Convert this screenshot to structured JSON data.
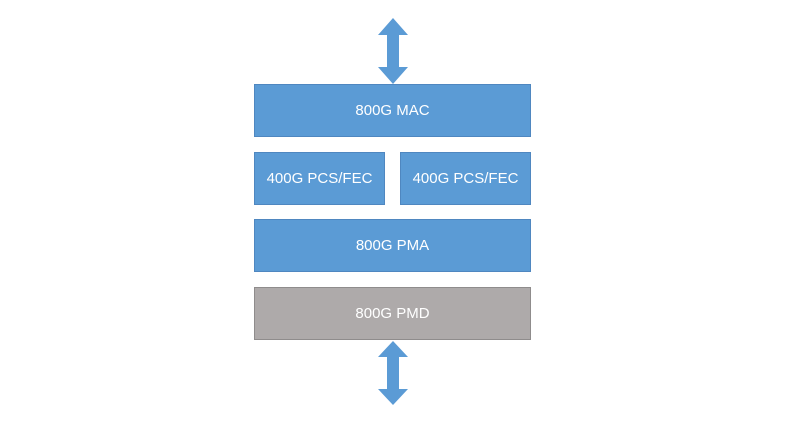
{
  "diagram": {
    "blocks": {
      "mac": "800G MAC",
      "pcs_left": "400G PCS/FEC",
      "pcs_right": "400G PCS/FEC",
      "pma": "800G PMA",
      "pmd": "800G PMD"
    },
    "colors": {
      "block_blue": "#5b9bd5",
      "block_gray": "#aeaaaa",
      "arrow": "#5b9bd5",
      "text": "#ffffff"
    },
    "arrows": [
      "bidirectional-arrow-top",
      "bidirectional-arrow-bottom"
    ]
  }
}
